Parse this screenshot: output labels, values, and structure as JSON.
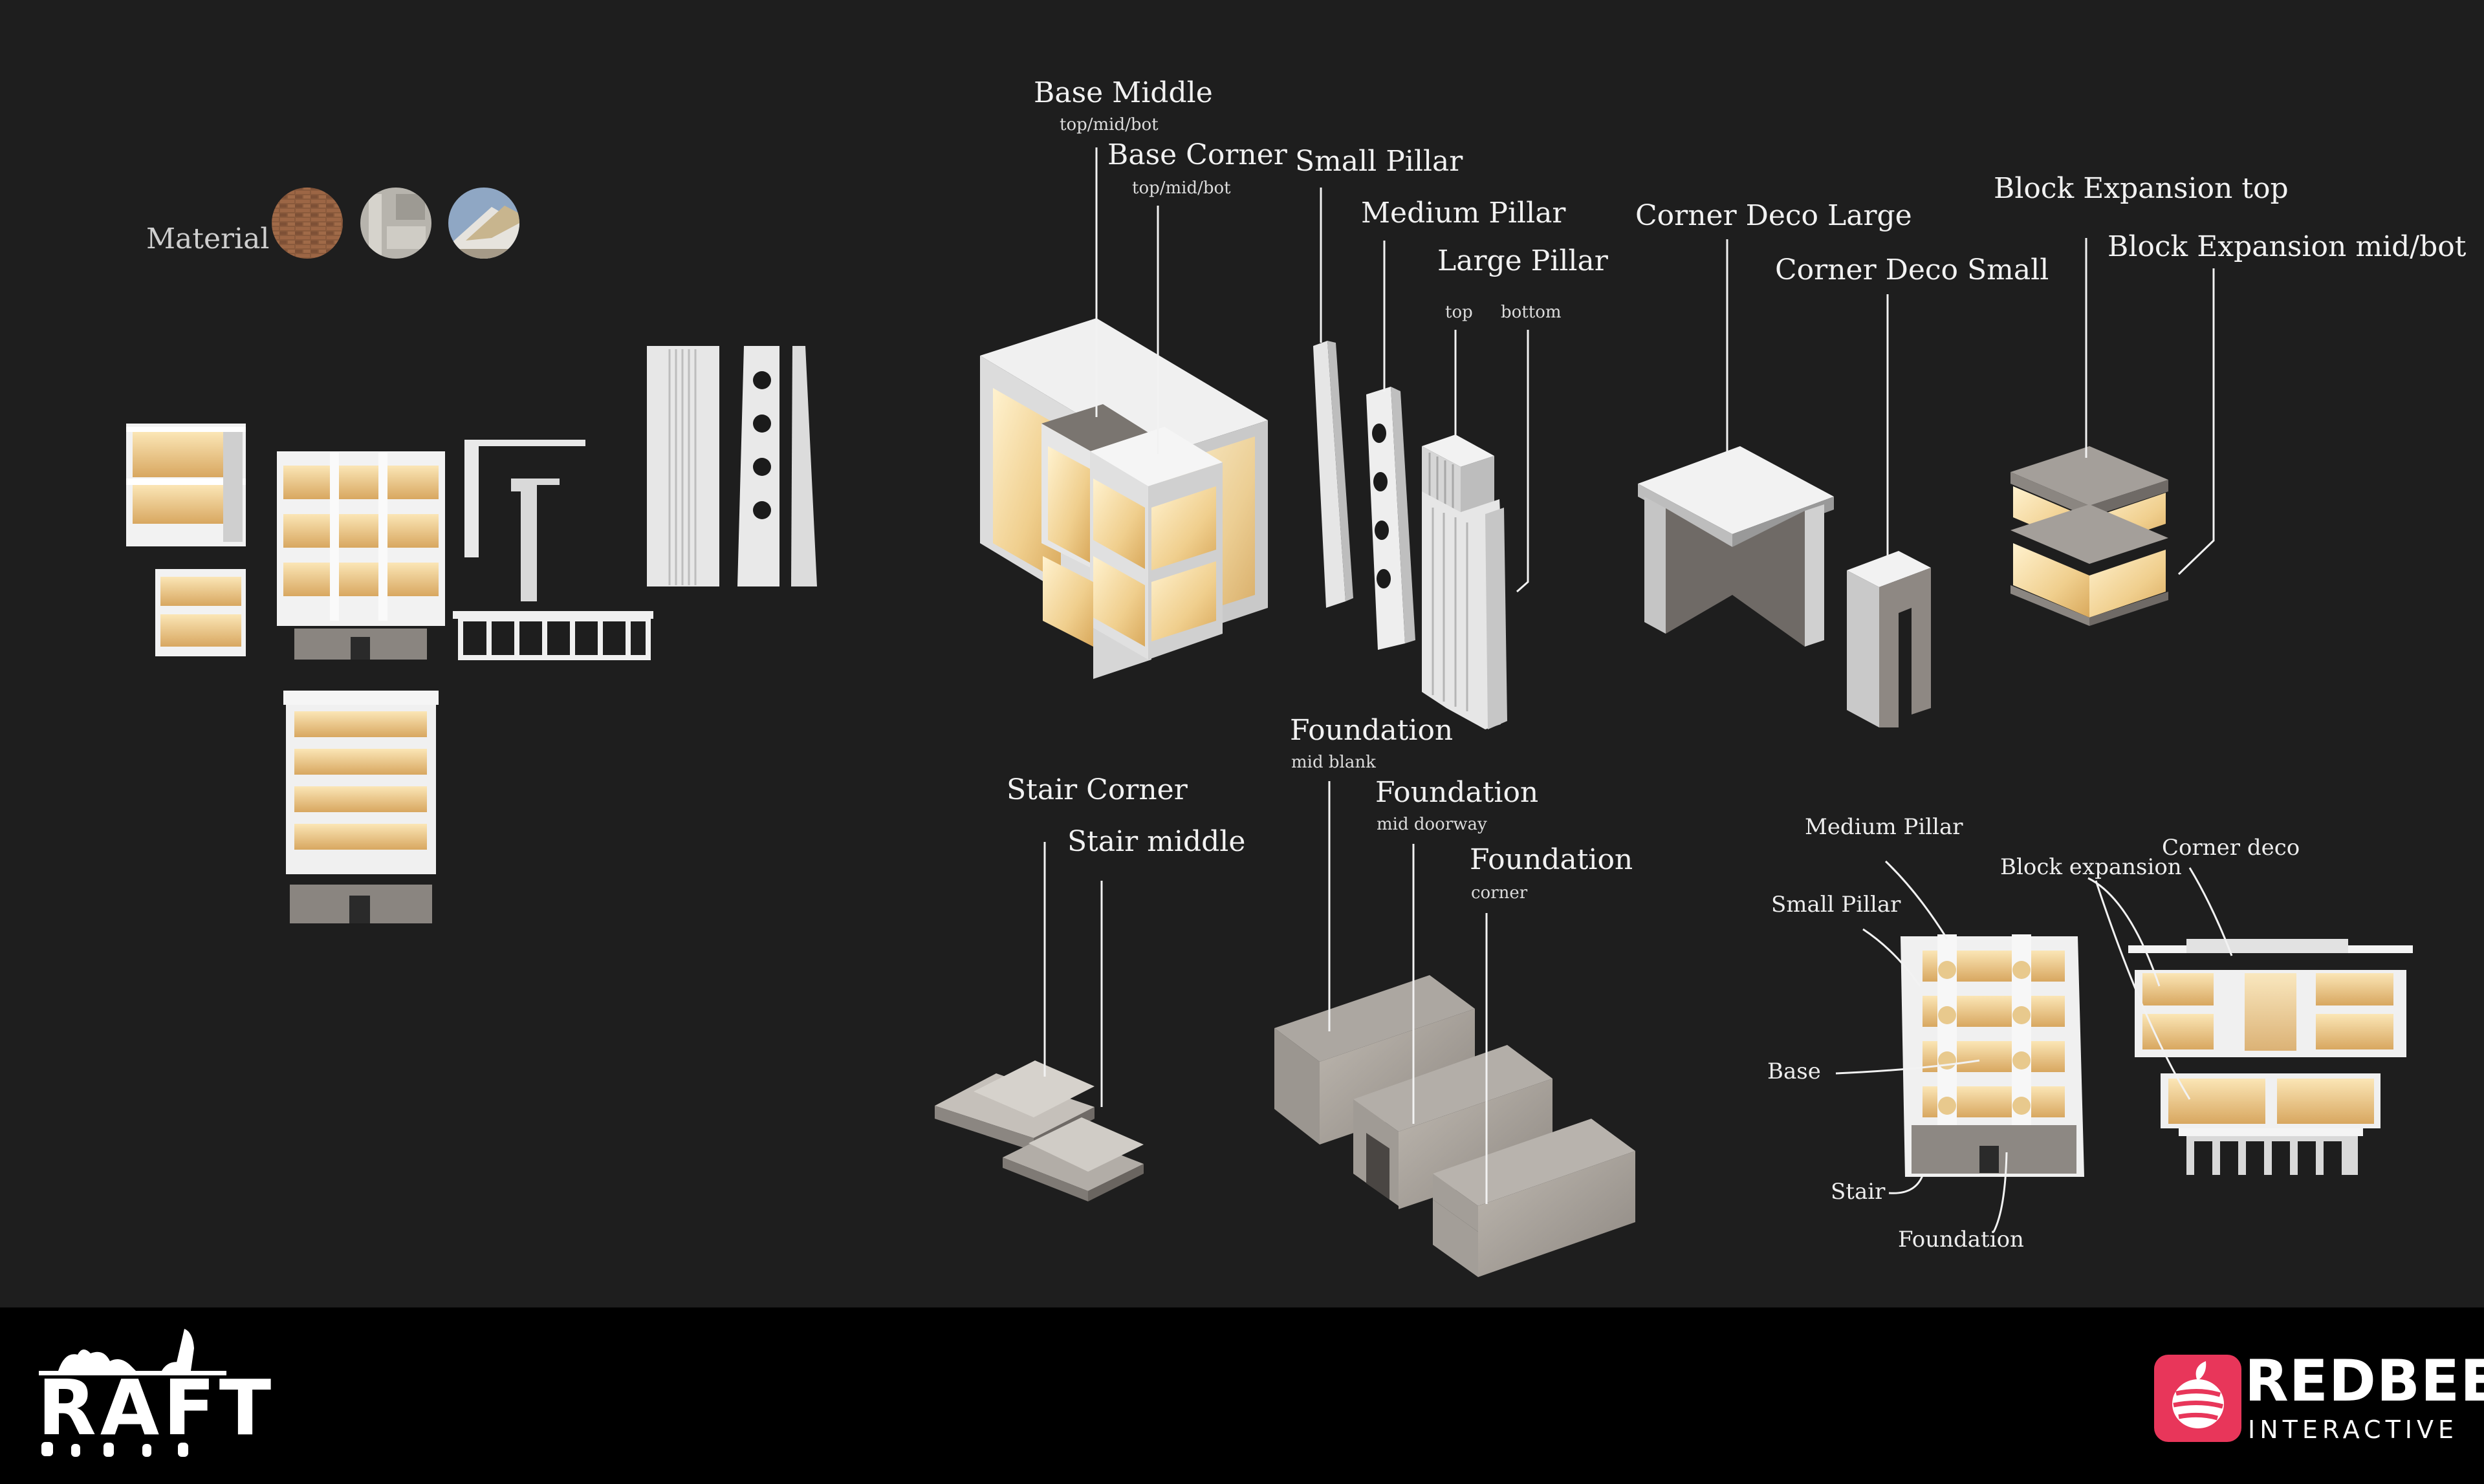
{
  "material": {
    "label": "Material",
    "swatches": [
      {
        "name": "brick",
        "color": "#8a5a3c"
      },
      {
        "name": "concrete",
        "color": "#b5b2aa"
      },
      {
        "name": "panel",
        "color": "#d7dadd"
      }
    ]
  },
  "labels": {
    "base_middle": "Base Middle",
    "base_middle_sub": "top/mid/bot",
    "base_corner": "Base Corner",
    "base_corner_sub": "top/mid/bot",
    "small_pillar": "Small Pillar",
    "medium_pillar": "Medium Pillar",
    "large_pillar": "Large Pillar",
    "large_pillar_top": "top",
    "large_pillar_bottom": "bottom",
    "corner_deco_large": "Corner Deco Large",
    "corner_deco_small": "Corner Deco Small",
    "block_expansion_top": "Block Expansion top",
    "block_expansion_midbot": "Block Expansion mid/bot",
    "foundation_1": "Foundation",
    "foundation_1_sub": "mid blank",
    "foundation_2": "Foundation",
    "foundation_2_sub": "mid doorway",
    "foundation_3": "Foundation",
    "foundation_3_sub": "corner",
    "stair_corner": "Stair Corner",
    "stair_middle": "Stair middle"
  },
  "assembly_callouts": {
    "medium_pillar": "Medium Pillar",
    "small_pillar": "Small Pillar",
    "block_expansion": "Block expansion",
    "corner_deco": "Corner deco",
    "base": "Base",
    "stair": "Stair",
    "foundation": "Foundation"
  },
  "branding": {
    "game": "RAFT",
    "studio": "REDBEET",
    "studio_sub": "INTERACTIVE"
  },
  "colors": {
    "background": "#1e1e1e",
    "footer": "#000000",
    "window_glow": "#f3d69a",
    "concrete_light": "#e9e9e9",
    "concrete_mid": "#9f9a94",
    "concrete_dark": "#6f6a66",
    "redbeet": "#e8365a"
  }
}
